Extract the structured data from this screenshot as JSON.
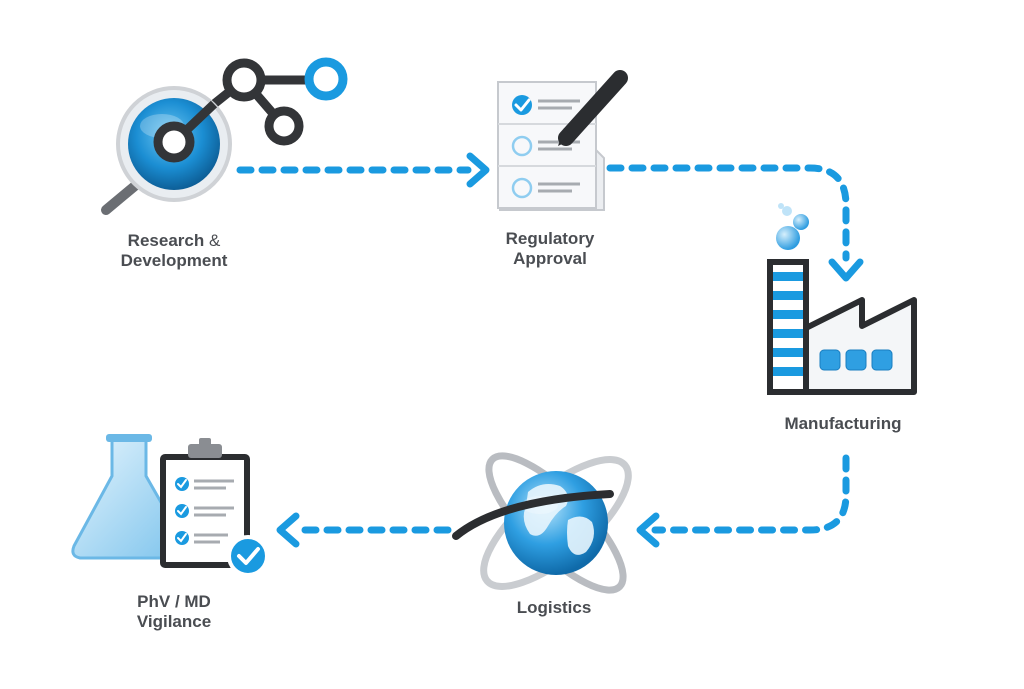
{
  "stages": {
    "research": {
      "line1": "Research",
      "amp": "&",
      "line2": "Development"
    },
    "regulatory": {
      "line1": "Regulatory",
      "line2": "Approval"
    },
    "manufacturing": {
      "label": "Manufacturing"
    },
    "logistics": {
      "label": "Logistics"
    },
    "vigilance": {
      "line1": "PhV / MD",
      "line2": "Vigilance"
    }
  },
  "colors": {
    "accent": "#1a9ae0",
    "dark": "#333538",
    "text": "#4a4d52",
    "light": "#cfd2d6"
  },
  "icons": [
    "magnifier-molecule-icon",
    "checklist-pen-icon",
    "factory-icon",
    "globe-orbit-icon",
    "flask-clipboard-icon"
  ]
}
